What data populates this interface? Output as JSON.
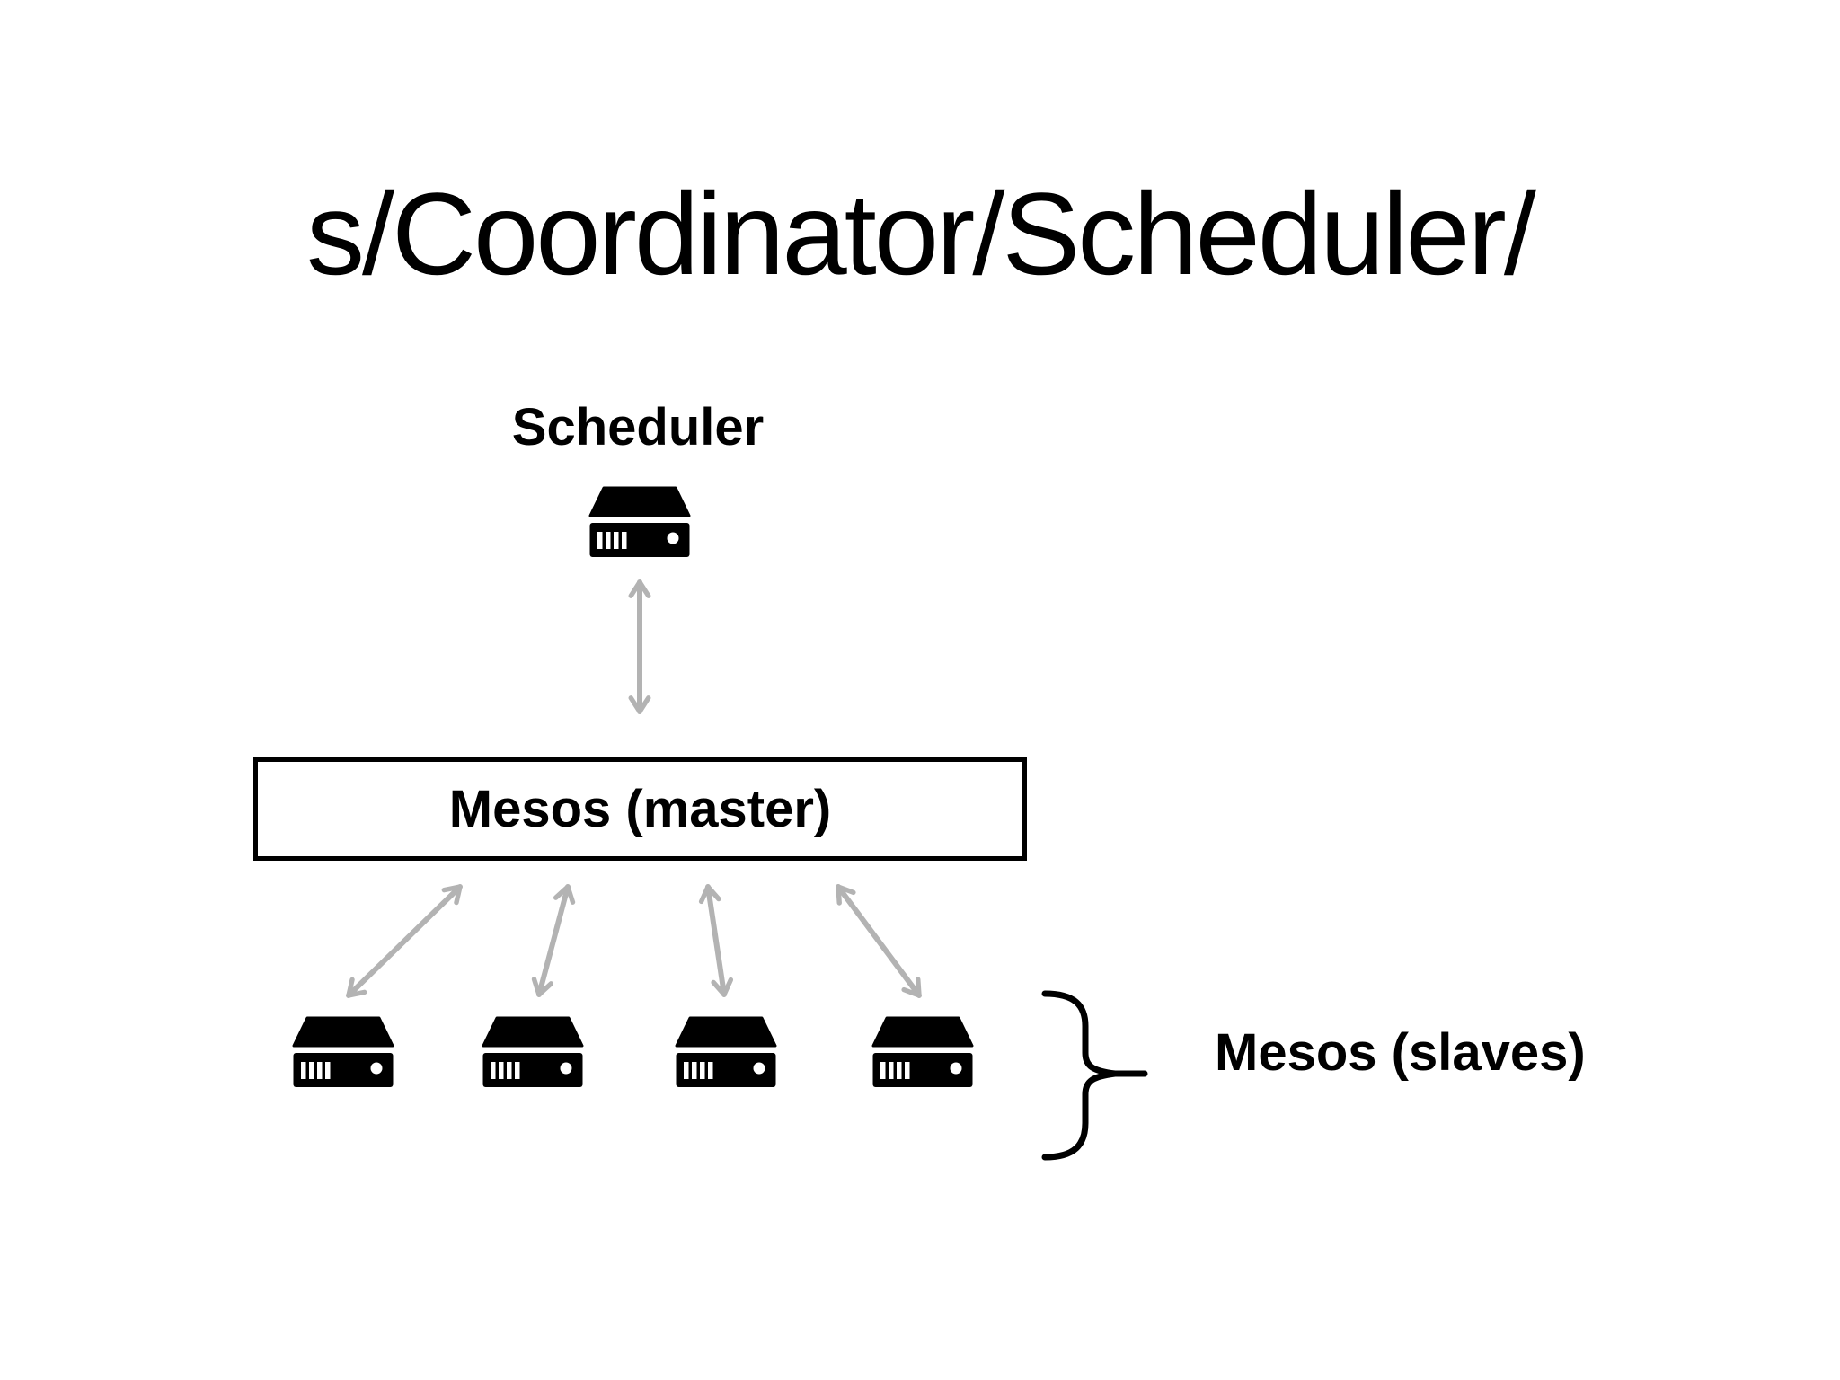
{
  "slide": {
    "title": "s/Coordinator/Scheduler/",
    "background_color": "#ffffff"
  },
  "diagram": {
    "scheduler": {
      "label": "Scheduler",
      "icon": "server-icon"
    },
    "master": {
      "label": "Mesos (master)"
    },
    "slaves": {
      "label": "Mesos (slaves)",
      "count": 4,
      "icon": "server-icon",
      "group_symbol": "curly-brace"
    },
    "colors": {
      "ink": "#000000",
      "arrow": "#b3b3b3"
    }
  }
}
